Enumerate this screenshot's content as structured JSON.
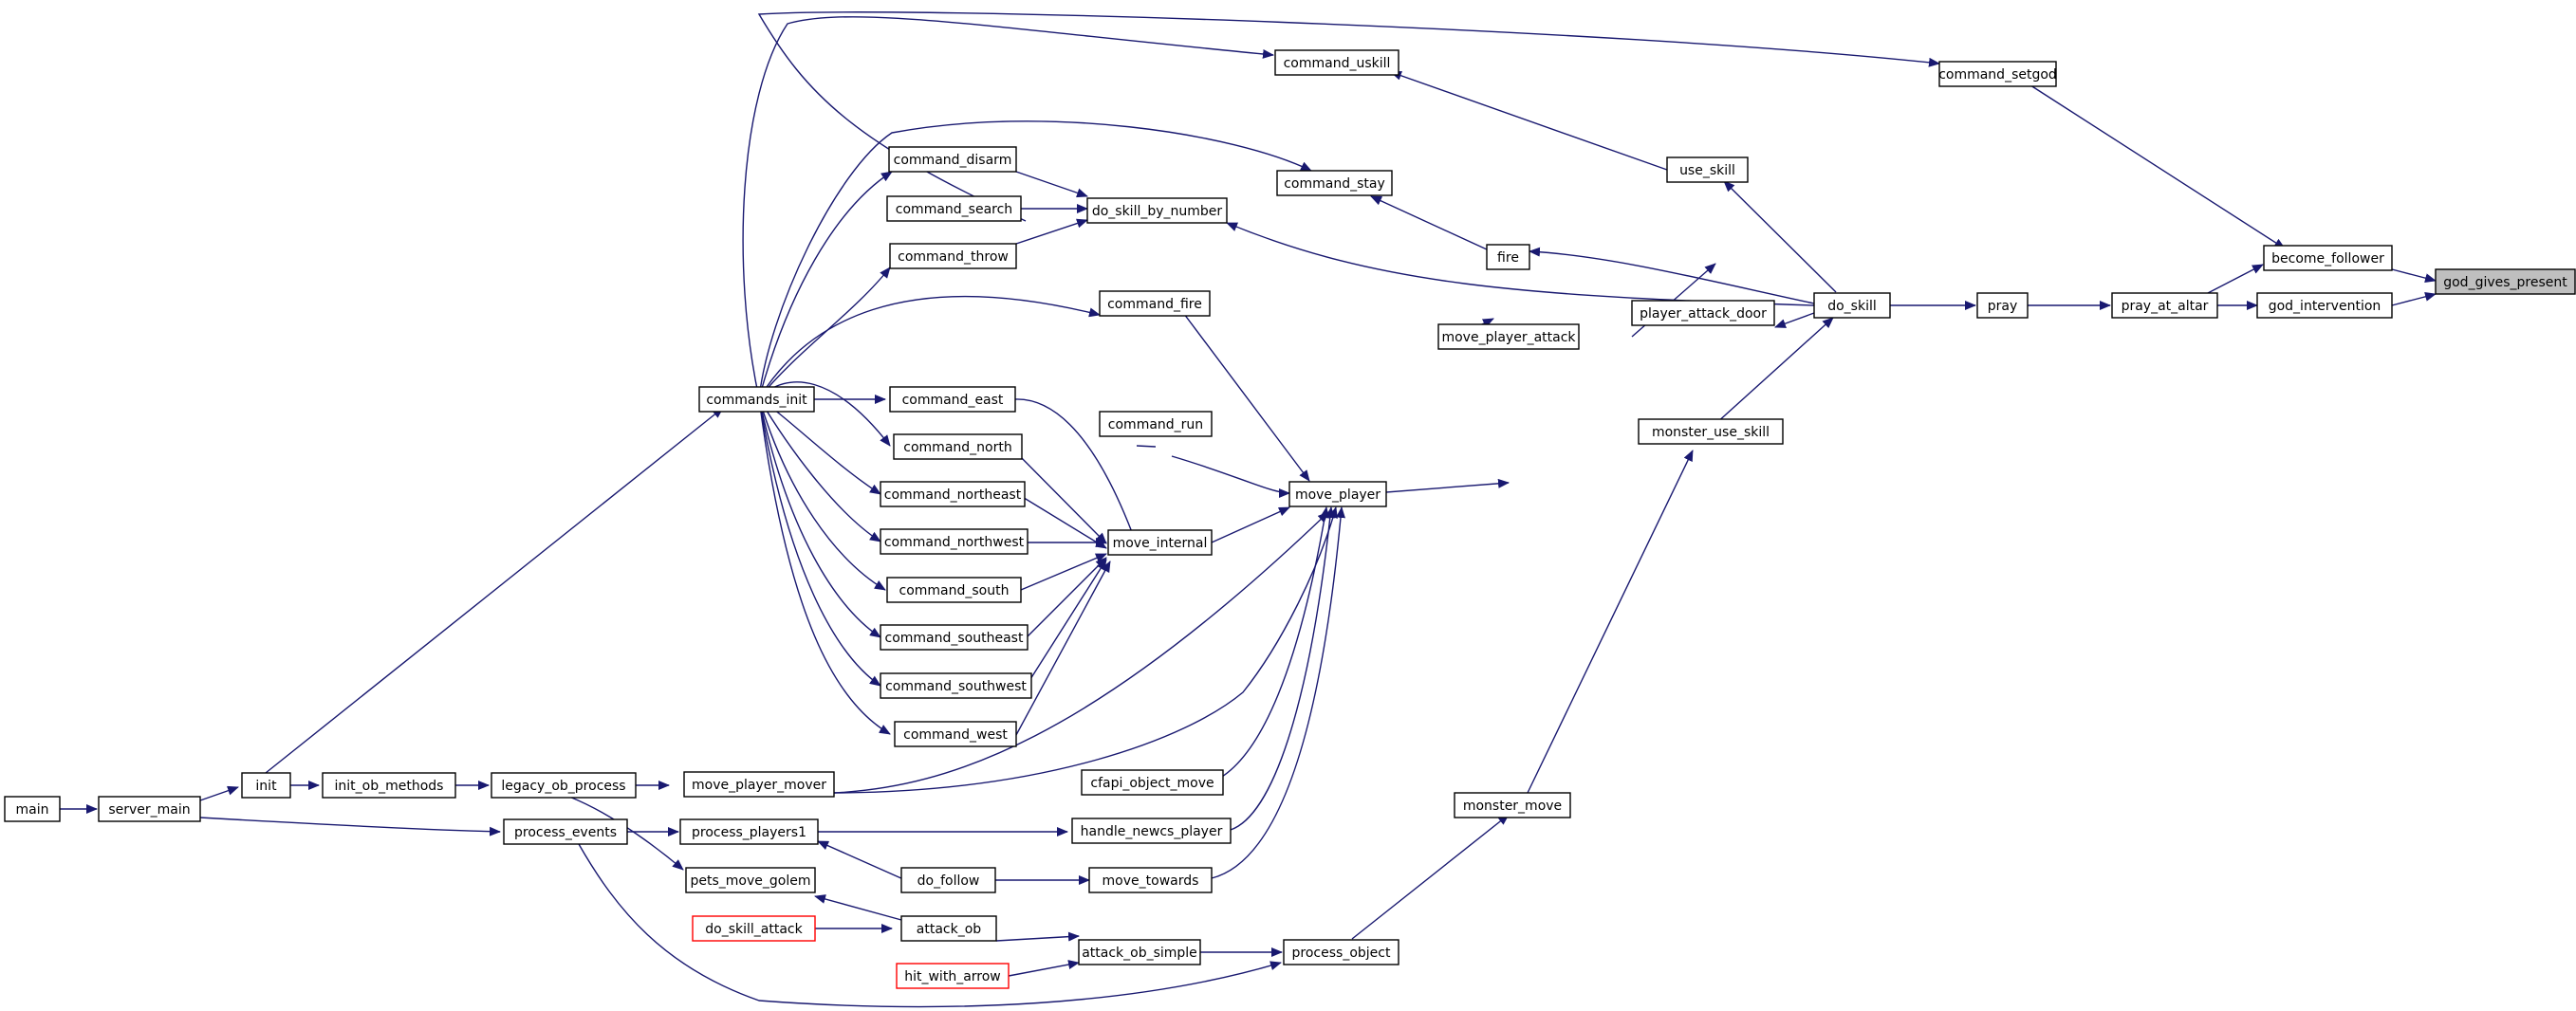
{
  "title": "",
  "colors": {
    "edge": "#191970",
    "node_border": "#000000",
    "truncated_border": "#ff0000",
    "focus_fill": "#bfbfbf"
  },
  "nodes": {
    "god_gives_present": "god_gives_present",
    "become_follower": "become_follower",
    "god_intervention": "god_intervention",
    "command_setgod": "command_setgod",
    "pray_at_altar": "pray_at_altar",
    "pray": "pray",
    "do_skill": "do_skill",
    "use_skill": "use_skill",
    "command_uskill": "command_uskill",
    "command_stay": "command_stay",
    "fire": "fire",
    "do_skill_by_number": "do_skill_by_number",
    "command_disarm": "command_disarm",
    "command_search": "command_search",
    "command_throw": "command_throw",
    "command_fire": "command_fire",
    "player_attack_door": "player_attack_door",
    "move_player_attack": "move_player_attack",
    "monster_use_skill": "monster_use_skill",
    "commands_init": "commands_init",
    "command_east": "command_east",
    "command_run": "command_run",
    "command_north": "command_north",
    "command_northeast": "command_northeast",
    "command_northwest": "command_northwest",
    "command_south": "command_south",
    "command_southeast": "command_southeast",
    "command_southwest": "command_southwest",
    "command_west": "command_west",
    "move_player": "move_player",
    "move_internal": "move_internal",
    "move_player_mover": "move_player_mover",
    "cfapi_object_move": "cfapi_object_move",
    "handle_newcs_player": "handle_newcs_player",
    "move_towards": "move_towards",
    "monster_move": "monster_move",
    "main": "main",
    "server_main": "server_main",
    "init": "init",
    "init_ob_methods": "init_ob_methods",
    "legacy_ob_process": "legacy_ob_process",
    "process_events": "process_events",
    "process_players1": "process_players1",
    "do_follow": "do_follow",
    "pets_move_golem": "pets_move_golem",
    "attack_ob": "attack_ob",
    "do_skill_attack": "do_skill_attack",
    "attack_ob_simple": "attack_ob_simple",
    "hit_with_arrow": "hit_with_arrow",
    "process_object": "process_object"
  }
}
